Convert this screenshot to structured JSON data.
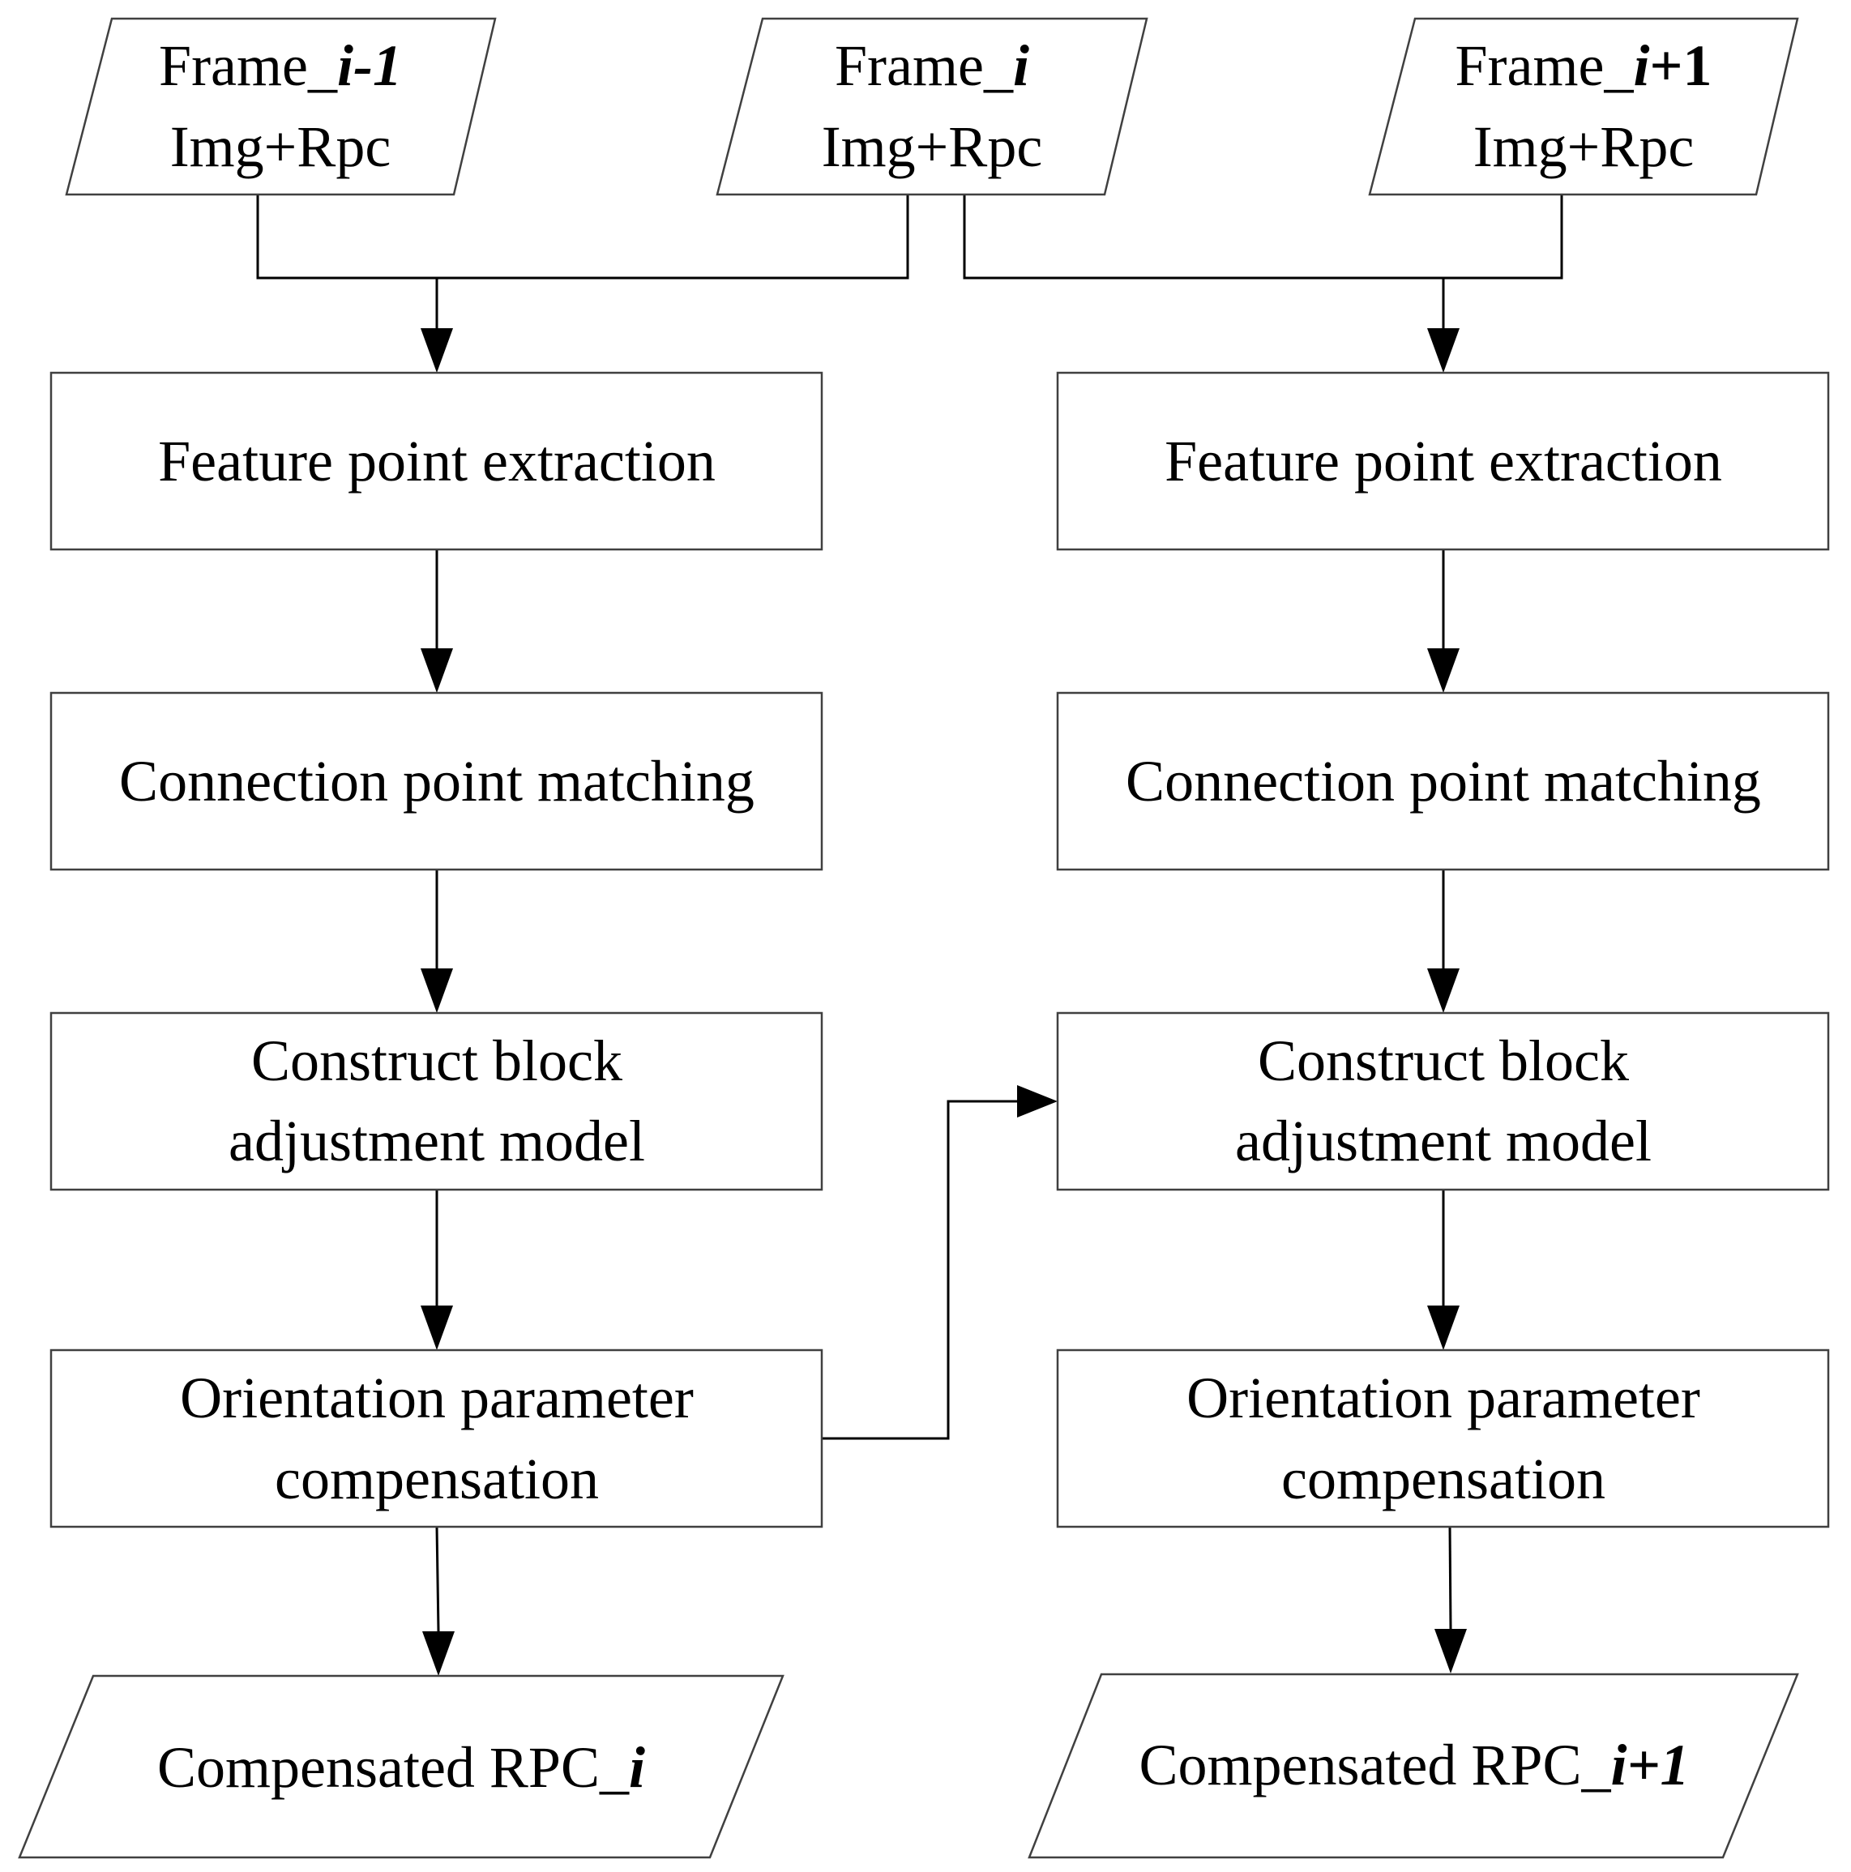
{
  "inputs": {
    "prev": {
      "line1_base": "Frame_",
      "line1_em": "i-1",
      "line2": "Img+Rpc"
    },
    "cur": {
      "line1_base": "Frame_",
      "line1_em": "i",
      "line2": "Img+Rpc"
    },
    "next": {
      "line1_base": "Frame_",
      "line1_em": "i",
      "line1_plus": "+1",
      "line2": "Img+Rpc"
    }
  },
  "left": {
    "feature": "Feature point extraction",
    "matching": "Connection point matching",
    "construct_1": "Construct block",
    "construct_2": "adjustment model",
    "orient_1": "Orientation parameter",
    "orient_2": "compensation",
    "output_base": "Compensated RPC_",
    "output_em": "i"
  },
  "right": {
    "feature": "Feature point extraction",
    "matching": "Connection point matching",
    "construct_1": "Construct block",
    "construct_2": "adjustment model",
    "orient_1": "Orientation parameter",
    "orient_2": "compensation",
    "output_base": "Compensated RPC_",
    "output_em": "i+1"
  },
  "colors": {
    "line": "#000000",
    "box_border": "#404040",
    "background": "#ffffff"
  }
}
